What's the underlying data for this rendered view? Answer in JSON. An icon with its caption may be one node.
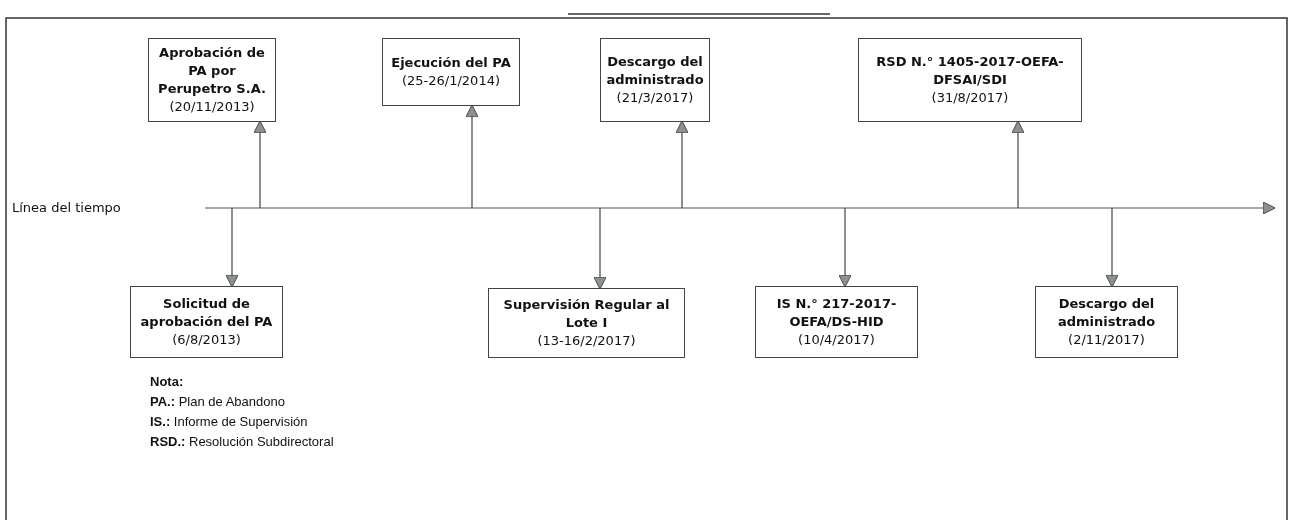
{
  "diagram": {
    "nodes": [
      {
        "text": [
          "Aprobación de PA por Perupetro S.A.",
          "(20/11/2013)"
        ]
      },
      {
        "text": [
          "Ejecución del PA",
          "(25-26/1/2014)"
        ]
      },
      {
        "text": [
          "Descargo del administrado",
          "(21/3/2017)"
        ]
      },
      {
        "text": [
          "RSD N.° 1405-2017-OEFA-DFSAI/SDI",
          "(31/8/2017)"
        ]
      },
      {
        "text": [
          "Solicitud de aprobación del PA",
          "(6/8/2013)"
        ]
      },
      {
        "text": [
          "Supervisión Regular al Lote I",
          "(13-16/2/2017)"
        ]
      },
      {
        "text": [
          "IS N.° 217-2017-OEFA/DS-HID",
          "(10/4/2017)"
        ]
      },
      {
        "text": [
          "Descargo del administrado",
          "(2/11/2017)"
        ]
      }
    ],
    "edges": [
      {
        "from": null,
        "to": 4,
        "arrow": "to"
      },
      {
        "from": null,
        "to": 0,
        "arrow": "to"
      },
      {
        "from": null,
        "to": 1,
        "arrow": "to"
      },
      {
        "from": null,
        "to": 5,
        "arrow": "to"
      },
      {
        "from": null,
        "to": 2,
        "arrow": "to"
      },
      {
        "from": null,
        "to": 6,
        "arrow": "to"
      },
      {
        "from": null,
        "to": 3,
        "arrow": "to"
      },
      {
        "from": null,
        "to": 7,
        "arrow": "to"
      }
    ],
    "labels": [
      "Línea del tiempo",
      "Nota:",
      "**PA.:** Plan de Abandono",
      "**IS.:** Informe de Supervisión",
      "**RSD.:** Resolución Subdirectoral"
    ]
  }
}
